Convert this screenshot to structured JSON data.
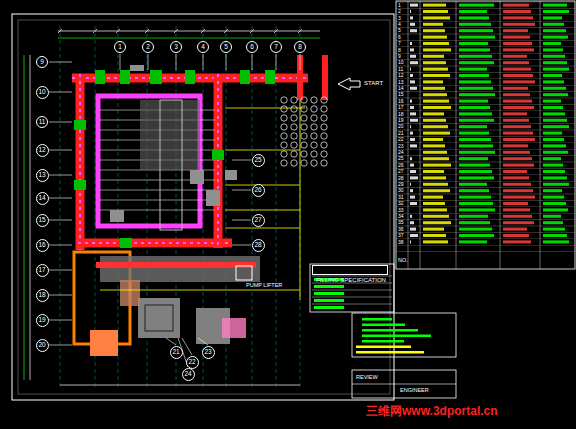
{
  "diagram": {
    "nodes": [
      {
        "text": [
          "1"
        ]
      },
      {
        "text": [
          "2"
        ]
      },
      {
        "text": [
          "3"
        ]
      },
      {
        "text": [
          "4"
        ]
      },
      {
        "text": [
          "5"
        ]
      },
      {
        "text": [
          "6"
        ]
      },
      {
        "text": [
          "7"
        ]
      },
      {
        "text": [
          "8"
        ]
      },
      {
        "text": [
          "9"
        ]
      },
      {
        "text": [
          "10"
        ]
      },
      {
        "text": [
          "11"
        ]
      },
      {
        "text": [
          "12"
        ]
      },
      {
        "text": [
          "13"
        ]
      },
      {
        "text": [
          "14"
        ]
      },
      {
        "text": [
          "15"
        ]
      },
      {
        "text": [
          "16"
        ]
      },
      {
        "text": [
          "17"
        ]
      },
      {
        "text": [
          "18"
        ]
      },
      {
        "text": [
          "19"
        ]
      },
      {
        "text": [
          "20"
        ]
      },
      {
        "text": [
          "21"
        ]
      },
      {
        "text": [
          "22"
        ]
      },
      {
        "text": [
          "23"
        ]
      },
      {
        "text": [
          "24"
        ]
      },
      {
        "text": [
          "25"
        ]
      },
      {
        "text": [
          "26"
        ]
      },
      {
        "text": [
          "27"
        ]
      },
      {
        "text": [
          "28"
        ]
      },
      {
        "text": [
          "FILLING SPECIFICATION"
        ]
      }
    ],
    "labels": [
      "START",
      "PUMP LIFTER",
      "1",
      "2",
      "3",
      "4",
      "5",
      "6",
      "7",
      "8",
      "9",
      "10",
      "11",
      "12",
      "13",
      "14",
      "15",
      "16",
      "17",
      "18",
      "19",
      "20",
      "21",
      "22",
      "23",
      "24",
      "25",
      "26",
      "27",
      "28",
      "29",
      "30",
      "31",
      "32",
      "33",
      "34",
      "35",
      "36",
      "37",
      "38",
      "NO.",
      "REVIEW",
      "ENGINEER",
      "三维网www.3dportal.cn"
    ]
  }
}
